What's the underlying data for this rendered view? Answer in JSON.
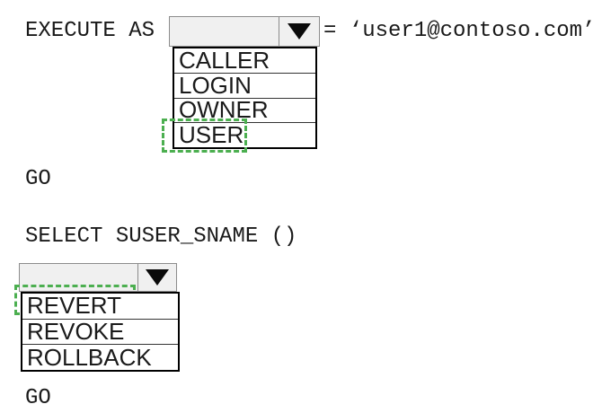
{
  "code": {
    "execute_as": "EXECUTE AS",
    "execute_as_value": "= ‘user1@contoso.com’",
    "go_first": "GO",
    "select_statement": "SELECT SUSER_SNAME ()",
    "go_second": "GO"
  },
  "dropdown_execute_as": {
    "value": "",
    "arrow_icon": "triangle-down",
    "options": [
      "CALLER",
      "LOGIN",
      "OWNER",
      "USER"
    ],
    "highlighted_option": "USER"
  },
  "dropdown_revert": {
    "value": "",
    "arrow_icon": "triangle-down",
    "options": [
      "REVERT",
      "REVOKE",
      "ROLLBACK"
    ],
    "highlighted_option": "REVERT"
  },
  "colors": {
    "highlight_green": "#4caf50",
    "combo_fill": "#f0f0f0",
    "combo_border": "#8c8c8c",
    "list_border": "#000000",
    "text": "#1a1a1a"
  }
}
